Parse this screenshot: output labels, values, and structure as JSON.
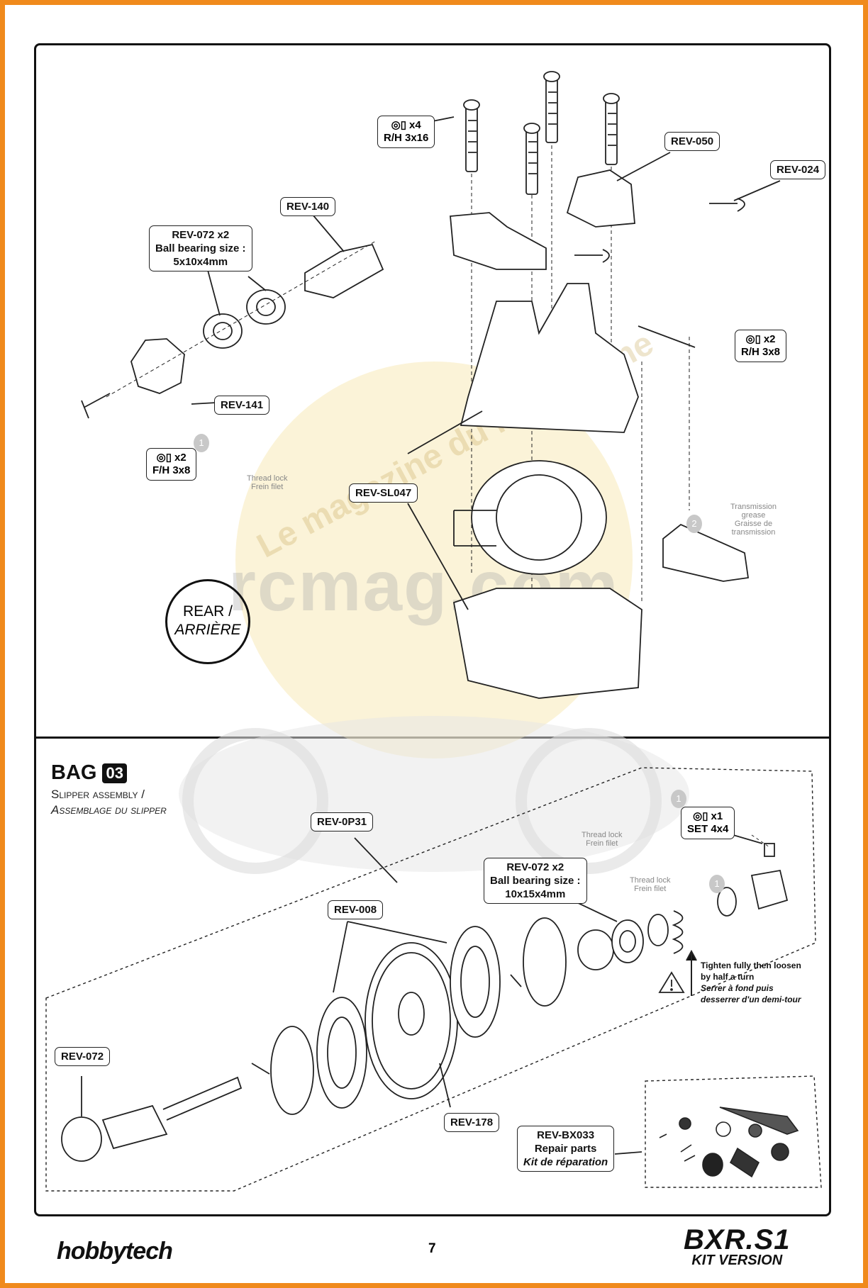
{
  "bag03": {
    "label": "BAG",
    "number": "03",
    "subtitle_en": "Slipper assembly /",
    "subtitle_fr": "Assemblage du slipper"
  },
  "rear_label": {
    "en": "REAR /",
    "fr": "ARRIÈRE"
  },
  "parts_top": {
    "rev140": "REV-140",
    "rev072": [
      "REV-072 x2",
      "Ball bearing size :",
      "5x10x4mm"
    ],
    "rev141": "REV-141",
    "rev050": "REV-050",
    "rev024": "REV-024",
    "revsl047": "REV-SL047"
  },
  "hardware_top": {
    "screw_rh3x16": {
      "qty": "x4",
      "name": "R/H 3x16"
    },
    "screw_rh3x8": {
      "qty": "x2",
      "name": "R/H 3x8"
    },
    "screw_fh3x8": {
      "qty": "x2",
      "name": "F/H 3x8"
    }
  },
  "notes_top": {
    "thread_lock": [
      "Thread lock",
      "Frein filet"
    ],
    "grease": [
      "Transmission",
      "grease",
      "Graisse de",
      "transmission"
    ],
    "step1": "1",
    "step2": "2"
  },
  "parts_bottom": {
    "rev0p31": "REV-0P31",
    "rev072b": [
      "REV-072 x2",
      "Ball bearing size :",
      "10x15x4mm"
    ],
    "rev008": "REV-008",
    "rev072c": "REV-072",
    "rev178": "REV-178",
    "revbx033": [
      "REV-BX033",
      "Repair parts",
      "Kit de réparation"
    ]
  },
  "hardware_bottom": {
    "set4x4": {
      "qty": "x1",
      "name": "SET 4x4"
    }
  },
  "notes_bottom": {
    "thread_lock_a": [
      "Thread lock",
      "Frein filet"
    ],
    "thread_lock_b": [
      "Thread lock",
      "Frein filet"
    ],
    "tighten_en": [
      "Tighten fully then loosen",
      "by half a turn"
    ],
    "tighten_fr": [
      "Serrer à fond puis",
      "desserrer d'un demi-tour"
    ],
    "step1a": "1",
    "step1b": "1"
  },
  "footer": {
    "brand": "hobbytech",
    "page": "7",
    "model": "BXR.S1",
    "version": "KIT VERSION"
  },
  "watermark": {
    "line1": "Le magazine du modélisme",
    "line2": "rcmag.com"
  },
  "colors": {
    "frame": "#f08a1c",
    "ink": "#111111",
    "watermark": "#f3d98a"
  }
}
